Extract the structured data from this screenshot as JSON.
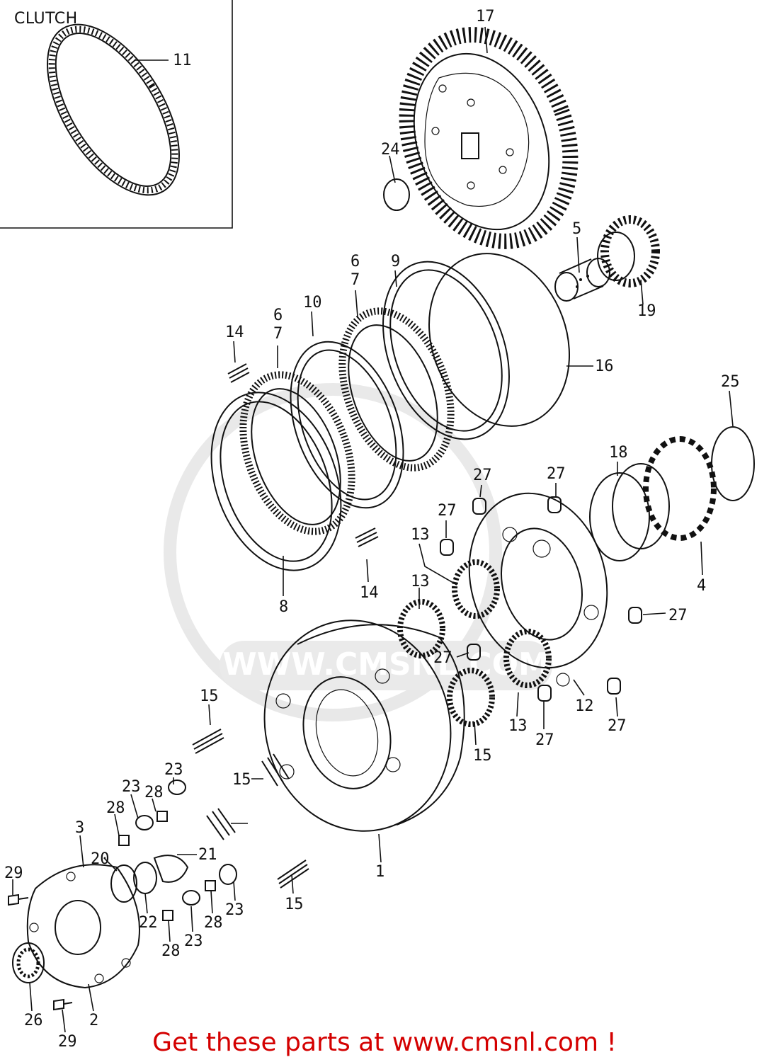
{
  "title": "CLUTCH",
  "watermark": "WWW.CMSNL.COM",
  "footer": "Get these parts at www.cmsnl.com !",
  "labels": [
    "11",
    "17",
    "24",
    "5",
    "19",
    "9",
    "6",
    "7",
    "10",
    "6",
    "7",
    "14",
    "16",
    "25",
    "18",
    "27",
    "27",
    "27",
    "13",
    "14",
    "13",
    "13",
    "8",
    "4",
    "27",
    "27",
    "12",
    "15",
    "13",
    "27",
    "27",
    "15",
    "23",
    "23",
    "28",
    "28",
    "3",
    "20",
    "21",
    "29",
    "22",
    "23",
    "28",
    "15",
    "28",
    "23",
    "26",
    "2",
    "29",
    "1",
    "15"
  ]
}
